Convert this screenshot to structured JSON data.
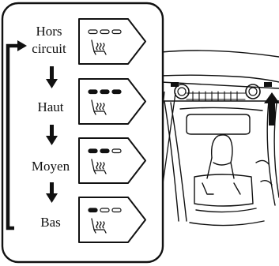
{
  "title": "",
  "steps": [
    {
      "label_line1": "Hors",
      "label_line2": "circuit",
      "level": 0
    },
    {
      "label_line1": "Haut",
      "level": 3
    },
    {
      "label_line1": "Moyen",
      "level": 2
    },
    {
      "label_line1": "Bas",
      "level": 1
    }
  ],
  "icons": {
    "seat_heater": "heated-seat-icon",
    "level_indicator": "three-segment-level-indicator"
  },
  "colors": {
    "ink": "#111111",
    "background": "#ffffff"
  }
}
